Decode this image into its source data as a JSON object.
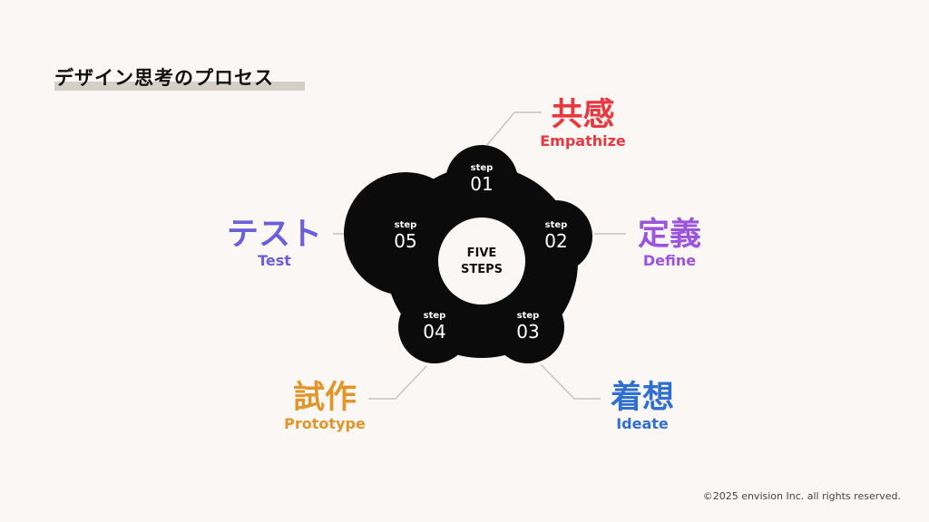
{
  "title": "デザイン思考のプロセス",
  "center": {
    "line1": "FIVE",
    "line2": "STEPS"
  },
  "steps": [
    {
      "step_word": "step",
      "number": "01",
      "jp": "共感",
      "en": "Empathize",
      "color": "#e8373f"
    },
    {
      "step_word": "step",
      "number": "02",
      "jp": "定義",
      "en": "Define",
      "color": "#9b55dc"
    },
    {
      "step_word": "step",
      "number": "03",
      "jp": "着想",
      "en": "Ideate",
      "color": "#2f6fd0"
    },
    {
      "step_word": "step",
      "number": "04",
      "jp": "試作",
      "en": "Prototype",
      "color": "#e0962a"
    },
    {
      "step_word": "step",
      "number": "05",
      "jp": "テスト",
      "en": "Test",
      "color": "#6a5fd8"
    }
  ],
  "copyright": "©2025 envision Inc. all rights reserved."
}
